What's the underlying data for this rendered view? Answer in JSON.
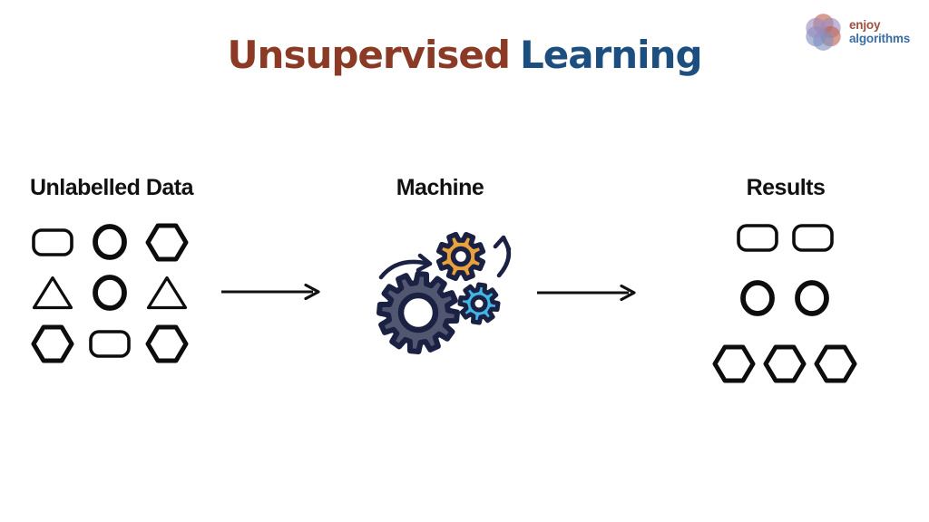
{
  "title": {
    "part1": "Unsupervised",
    "part2": "Learning"
  },
  "logo": {
    "line1": "enjoy",
    "line2": "algorithms"
  },
  "flow": {
    "input": {
      "heading": "Unlabelled Data",
      "grid": [
        "rounded-rect",
        "circle",
        "hexagon",
        "triangle",
        "circle",
        "triangle",
        "hexagon",
        "rounded-rect",
        "hexagon"
      ]
    },
    "machine": {
      "heading": "Machine",
      "icon": "gears-icon"
    },
    "results": {
      "heading": "Results",
      "rows": [
        {
          "shape": "rounded-rect",
          "count": 2
        },
        {
          "shape": "circle",
          "count": 2
        },
        {
          "shape": "hexagon",
          "count": 3
        }
      ]
    }
  },
  "colors": {
    "background": "#ffffff",
    "title_part1": "#8b3a26",
    "title_part2": "#1c4f7f",
    "heading_text": "#111111",
    "shape_stroke": "#0d0d0d",
    "arrow": "#111111",
    "gear_outline_navy": "#1b2143",
    "gear_body_slate": "#525771",
    "gear_body_orange": "#e8a13c",
    "gear_body_cyan": "#41b6e6",
    "logo_text_line1": "#9c5140",
    "logo_text_line2": "#3a6ea5",
    "logo_petal_red": "#c0614e",
    "logo_petal_blue": "#7e90c2",
    "logo_petal_purple": "#9b8abd"
  }
}
